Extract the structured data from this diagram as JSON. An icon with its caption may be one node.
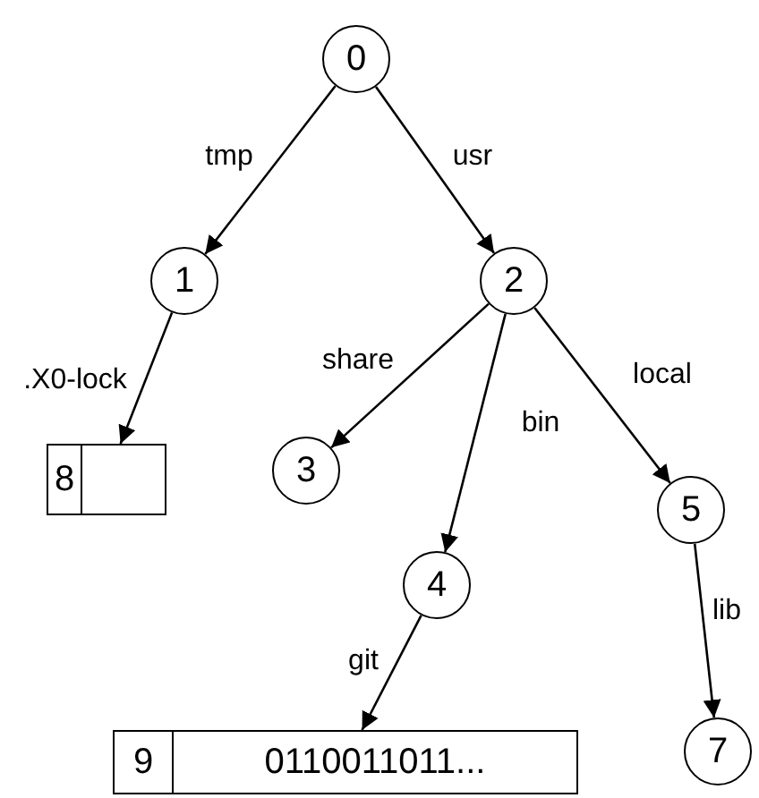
{
  "diagram": {
    "nodes": [
      {
        "text": [
          "0"
        ]
      },
      {
        "text": [
          "1"
        ]
      },
      {
        "text": [
          "2"
        ]
      },
      {
        "text": [
          "3"
        ]
      },
      {
        "text": [
          "4"
        ]
      },
      {
        "text": [
          "5"
        ]
      },
      {
        "text": [
          "7"
        ]
      },
      {
        "text": [
          "8"
        ]
      },
      {
        "text": [
          "9",
          "0110011011..."
        ]
      }
    ],
    "edges": [
      {
        "from": 0,
        "to": 1,
        "arrow": "to",
        "label": "tmp"
      },
      {
        "from": 0,
        "to": 2,
        "arrow": "to",
        "label": "usr"
      },
      {
        "from": 1,
        "to": 7,
        "arrow": "to",
        "label": ".X0-lock"
      },
      {
        "from": 2,
        "to": 3,
        "arrow": "to",
        "label": "share"
      },
      {
        "from": 2,
        "to": 4,
        "arrow": "to",
        "label": "bin"
      },
      {
        "from": 2,
        "to": 5,
        "arrow": "to",
        "label": "local"
      },
      {
        "from": 5,
        "to": 6,
        "arrow": "to",
        "label": "lib"
      },
      {
        "from": 4,
        "to": 8,
        "arrow": "to",
        "label": "git"
      }
    ]
  }
}
